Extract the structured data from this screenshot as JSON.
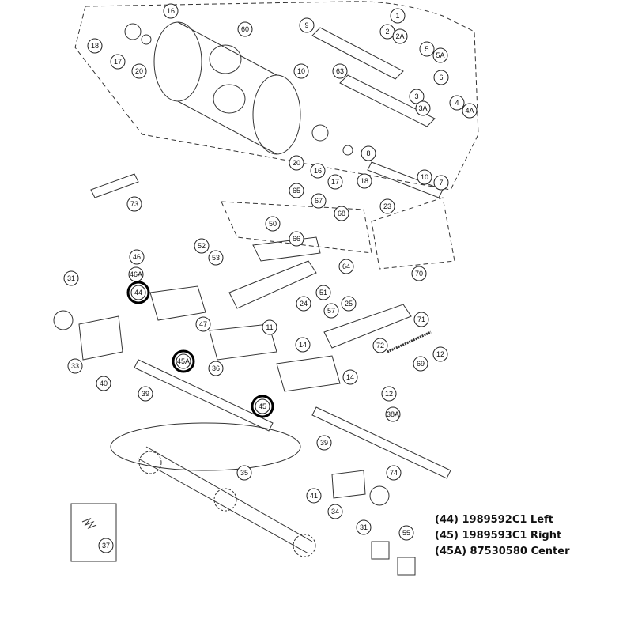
{
  "callouts": [
    "1",
    "2",
    "2A",
    "5",
    "5A",
    "63",
    "6",
    "3",
    "3A",
    "4",
    "4A",
    "9",
    "10",
    "16",
    "18",
    "17",
    "20",
    "60",
    "8",
    "10",
    "7",
    "20",
    "16",
    "17",
    "18",
    "23",
    "73",
    "65",
    "67",
    "68",
    "66",
    "50",
    "52",
    "53",
    "64",
    "46",
    "46A",
    "44",
    "47",
    "31",
    "33",
    "40",
    "39",
    "36",
    "45A",
    "45",
    "11",
    "14",
    "24",
    "51",
    "57",
    "25",
    "70",
    "71",
    "72",
    "12",
    "69",
    "14",
    "12",
    "38A",
    "39",
    "35",
    "41",
    "34",
    "31",
    "74",
    "55",
    "37"
  ],
  "highlighted_callouts": [
    "44",
    "45A",
    "45"
  ],
  "legend": [
    "(44) 1989592C1 Left",
    "(45) 1989593C1 Right",
    "(45A) 87530580 Center"
  ],
  "colors": {
    "line": "#222222",
    "highlight": "#000000"
  }
}
